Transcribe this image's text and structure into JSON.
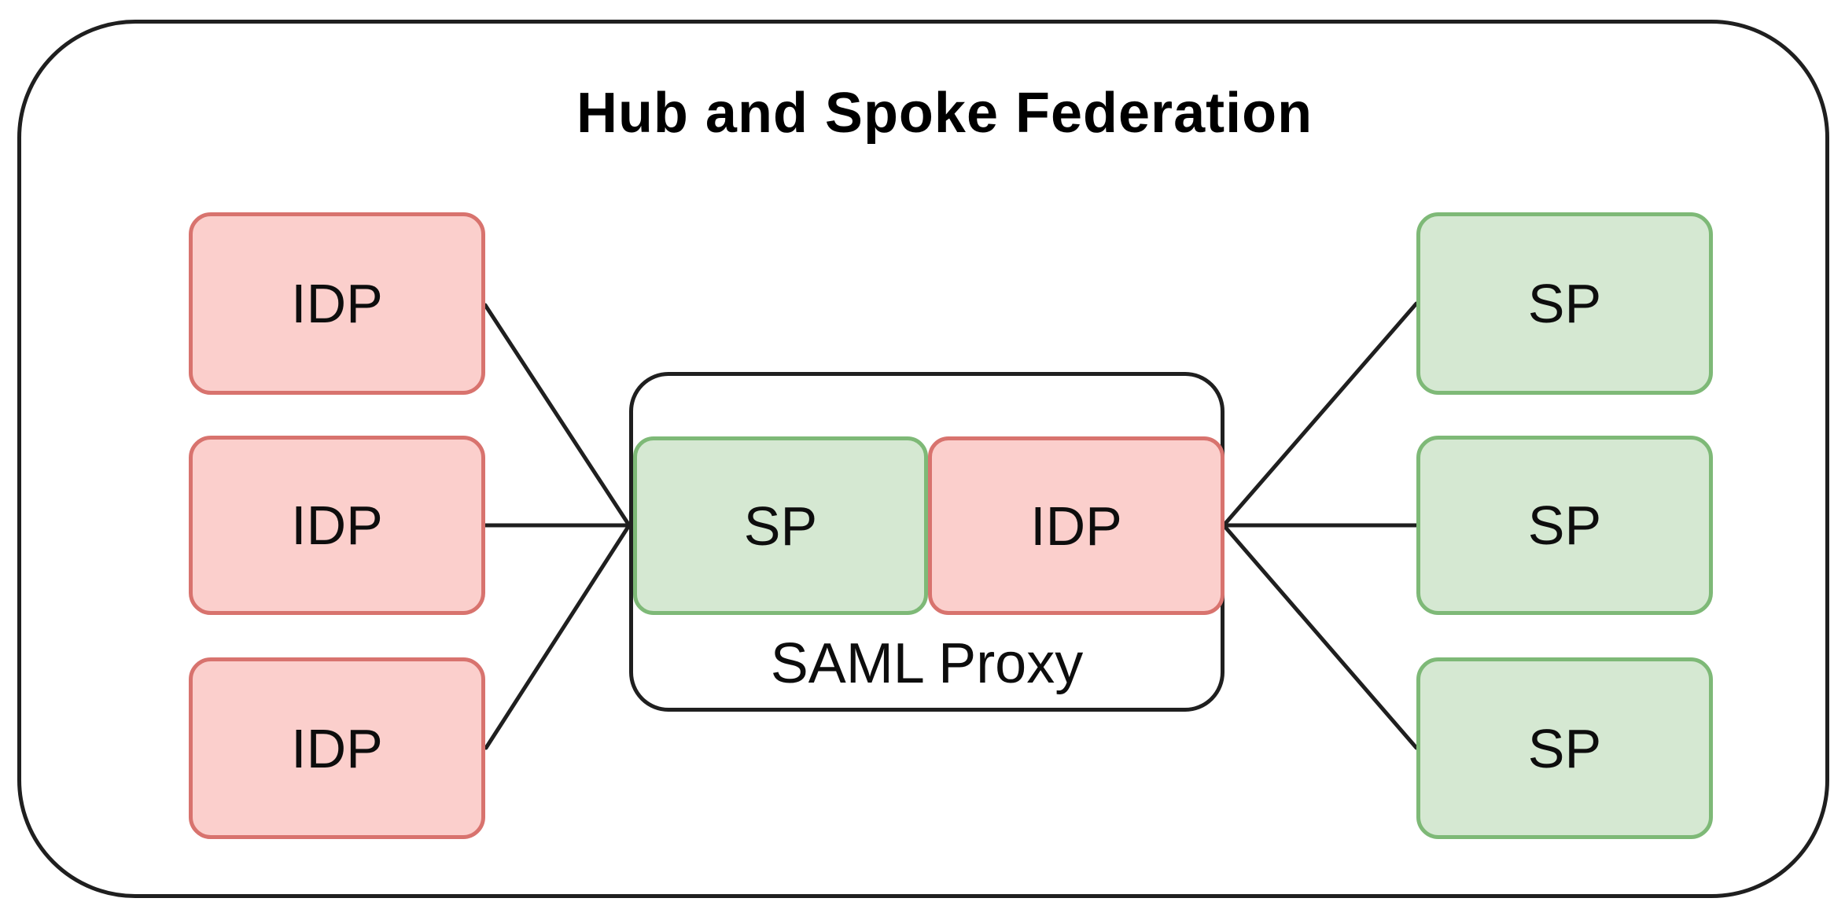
{
  "diagram": {
    "title": "Hub and Spoke Federation",
    "left_nodes": [
      {
        "label": "IDP"
      },
      {
        "label": "IDP"
      },
      {
        "label": "IDP"
      }
    ],
    "right_nodes": [
      {
        "label": "SP"
      },
      {
        "label": "SP"
      },
      {
        "label": "SP"
      }
    ],
    "proxy": {
      "label": "SAML Proxy",
      "sp_label": "SP",
      "idp_label": "IDP"
    },
    "colors": {
      "idp_fill": "#fbcfcc",
      "idp_stroke": "#d8736e",
      "sp_fill": "#d5e8d2",
      "sp_stroke": "#7eb977",
      "container_stroke": "#1f1f1f",
      "connector": "#1f1f1f",
      "title_color": "#000000",
      "label_color": "#0d0d0d",
      "canvas_bg": "#ffffff"
    }
  }
}
